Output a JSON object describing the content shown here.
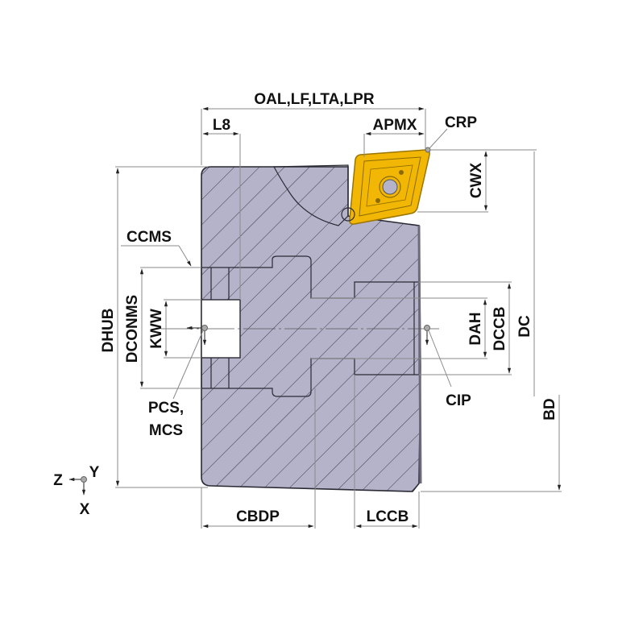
{
  "title": "Face milling cutter cross-section dimension diagram",
  "colors": {
    "body_fill": "#b4b3c9",
    "body_outline": "#2a2a34",
    "insert_fill": "#f2b705",
    "insert_outline": "#9a7400",
    "dimension_line": "#8a8a8a",
    "label_text": "#111111",
    "background": "#ffffff"
  },
  "labels": {
    "oal": "OAL,LF,LTA,LPR",
    "l8": "L8",
    "apmx": "APMX",
    "crp": "CRP",
    "cwx": "CWX",
    "ccms": "CCMS",
    "dhub": "DHUB",
    "dconms": "DCONMS",
    "kww": "KWW",
    "dah": "DAH",
    "dccb": "DCCB",
    "dc": "DC",
    "bd": "BD",
    "cip": "CIP",
    "pcs_line1": "PCS,",
    "pcs_line2": "MCS",
    "cbdp": "CBDP",
    "lccb": "LCCB"
  },
  "axes": {
    "z": "Z",
    "y": "Y",
    "x": "X"
  }
}
